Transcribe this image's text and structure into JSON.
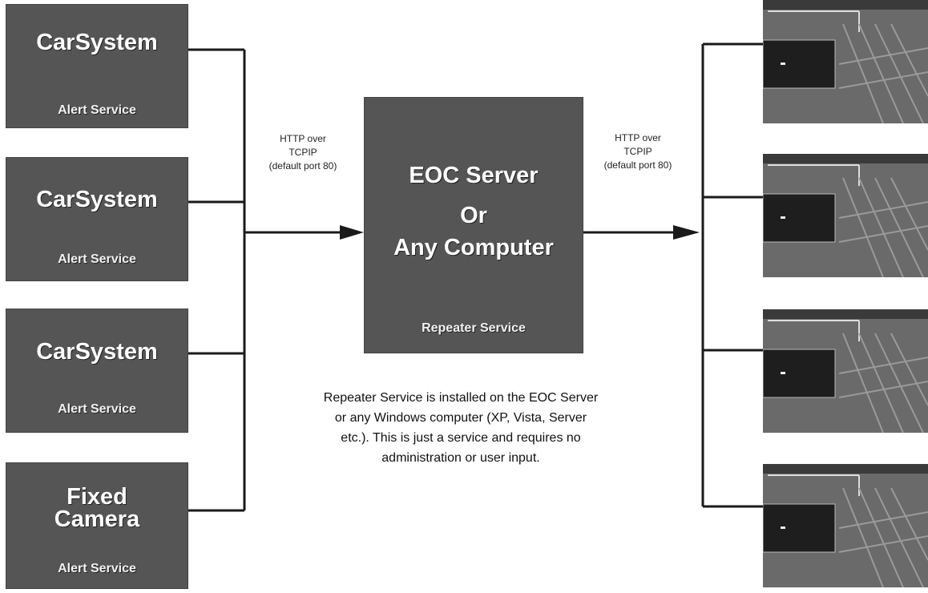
{
  "sources": [
    {
      "title_lines": [
        "CarSystem"
      ],
      "service": "Alert Service"
    },
    {
      "title_lines": [
        "CarSystem"
      ],
      "service": "Alert Service"
    },
    {
      "title_lines": [
        "CarSystem"
      ],
      "service": "Alert Service"
    },
    {
      "title_lines": [
        "Fixed",
        "Camera"
      ],
      "service": "Alert Service"
    }
  ],
  "left_link": {
    "line1": "HTTP over",
    "line2": "TCPIP",
    "line3": "(default port 80)"
  },
  "right_link": {
    "line1": "HTTP over",
    "line2": "TCPIP",
    "line3": "(default port 80)"
  },
  "server": {
    "line1": "EOC Server",
    "line2": "Or",
    "line3": "Any Computer",
    "service": "Repeater Service"
  },
  "note": "Repeater Service is installed on the EOC Server or any Windows computer (XP, Vista, Server etc.). This is just a service and requires no administration or user input.",
  "colors": {
    "box_fill": "#555555",
    "line": "#1a1a1a",
    "text": "#ffffff"
  },
  "clients": [
    {
      "icon": "camera-view-thumbnail"
    },
    {
      "icon": "camera-view-thumbnail"
    },
    {
      "icon": "camera-view-thumbnail"
    },
    {
      "icon": "camera-view-thumbnail"
    }
  ]
}
